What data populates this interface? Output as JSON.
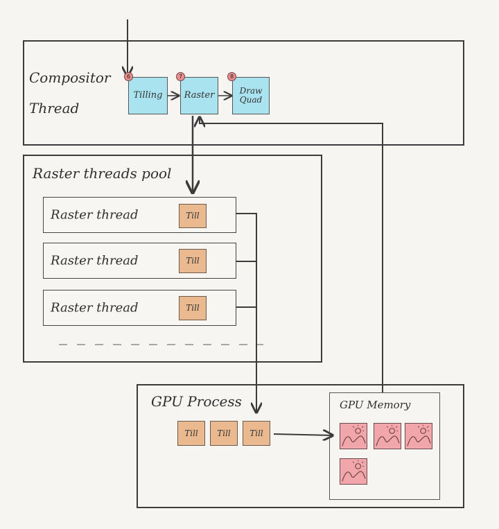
{
  "compositor": {
    "title_line1": "Compositor",
    "title_line2": "Thread",
    "steps": [
      {
        "badge": "6",
        "label": "Tilling"
      },
      {
        "badge": "7",
        "label": "Raster"
      },
      {
        "badge": "8",
        "label_line1": "Draw",
        "label_line2": "Quad"
      }
    ]
  },
  "raster_pool": {
    "title": "Raster threads pool",
    "threads": [
      {
        "label": "Raster thread",
        "tile": "Till"
      },
      {
        "label": "Raster thread",
        "tile": "Till"
      },
      {
        "label": "Raster thread",
        "tile": "Till"
      }
    ]
  },
  "gpu_process": {
    "title": "GPU Process",
    "tiles": [
      "Till",
      "Till",
      "Till"
    ],
    "memory": {
      "title": "GPU Memory",
      "item_icon": "landscape-icon",
      "item_count": 4
    }
  },
  "colors": {
    "panel_border": "#3b3b3b",
    "step_fill": "#a9e3ef",
    "tile_fill": "#eab98f",
    "memory_fill": "#f0a6aa",
    "badge_fill": "#e98d8d",
    "background": "#f6f5f2"
  }
}
